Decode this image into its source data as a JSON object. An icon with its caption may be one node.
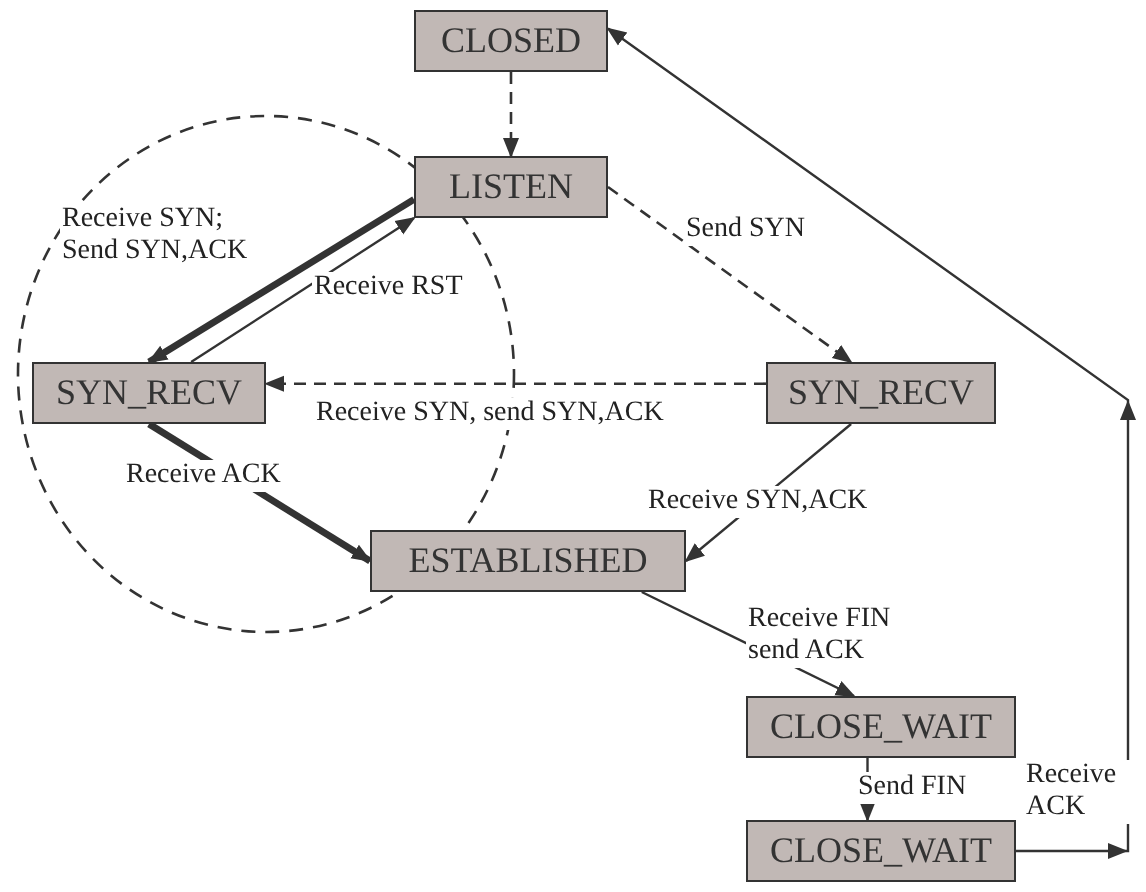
{
  "diagram": {
    "nodes": [
      {
        "text": [
          "CLOSED"
        ]
      },
      {
        "text": [
          "LISTEN"
        ]
      },
      {
        "text": [
          "SYN_RECV"
        ]
      },
      {
        "text": [
          "SYN_RECV"
        ]
      },
      {
        "text": [
          "ESTABLISHED"
        ]
      },
      {
        "text": [
          "CLOSE_WAIT"
        ]
      },
      {
        "text": [
          "CLOSE_WAIT"
        ]
      }
    ],
    "edges": [
      {
        "from": 0,
        "to": 1,
        "arrow": "to",
        "style": "dashed"
      },
      {
        "from": 1,
        "to": 2,
        "arrow": "to",
        "style": "thick",
        "label": "Receive SYN; Send SYN,ACK"
      },
      {
        "from": 2,
        "to": 1,
        "arrow": "to",
        "label": "Receive RST"
      },
      {
        "from": 1,
        "to": 3,
        "arrow": "to",
        "style": "dashed",
        "label": "Send SYN"
      },
      {
        "from": 3,
        "to": 2,
        "arrow": "to",
        "style": "dashed",
        "label": "Receive SYN, send SYN,ACK"
      },
      {
        "from": 2,
        "to": 4,
        "arrow": "to",
        "style": "thick",
        "label": "Receive ACK"
      },
      {
        "from": 3,
        "to": 4,
        "arrow": "to",
        "label": "Receive SYN,ACK"
      },
      {
        "from": 4,
        "to": 5,
        "arrow": "to",
        "label": "Receive FIN send ACK"
      },
      {
        "from": 5,
        "to": 6,
        "arrow": "to",
        "label": "Send FIN"
      },
      {
        "from": 6,
        "to": 0,
        "arrow": "to",
        "label": "Receive ACK"
      }
    ]
  }
}
